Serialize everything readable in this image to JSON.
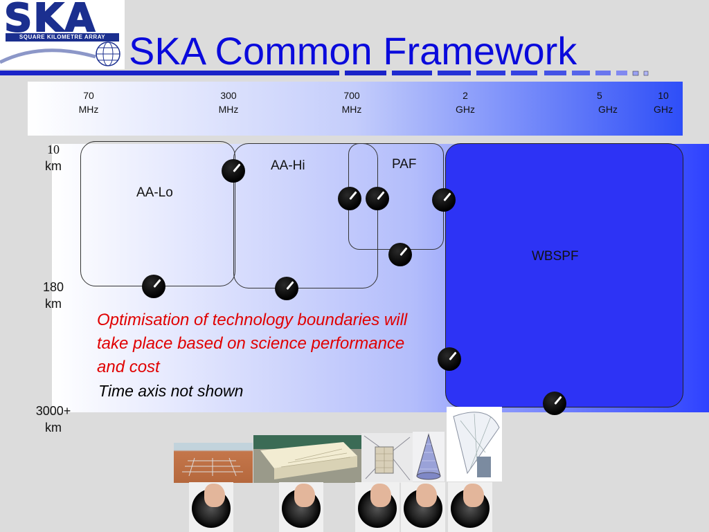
{
  "logo": {
    "letters": "SKA",
    "subtitle": "SQUARE KILOMETRE ARRAY"
  },
  "title": "SKA Common Framework",
  "frequency_labels": [
    {
      "value": "70",
      "unit": "MHz"
    },
    {
      "value": "300",
      "unit": "MHz"
    },
    {
      "value": "700",
      "unit": "MHz"
    },
    {
      "value": "2",
      "unit": "GHz"
    },
    {
      "value": "5",
      "unit": "GHz"
    },
    {
      "value": "10",
      "unit": "GHz"
    }
  ],
  "distance_labels": [
    {
      "value": "10",
      "unit": "km"
    },
    {
      "value": "180",
      "unit": "km"
    },
    {
      "value": "3000+",
      "unit": "km"
    }
  ],
  "regions": {
    "aa_lo": "AA-Lo",
    "aa_hi": "AA-Hi",
    "paf": "PAF",
    "wbspf": "WBSPF"
  },
  "notes": {
    "red": "Optimisation of technology boundaries will take place based on science performance and cost",
    "black": "Time axis not shown"
  },
  "colors": {
    "title": "#0a0adc",
    "note_red": "#e00000",
    "wbspf_fill": "#2d33f5",
    "logo_navy": "#1b2f8f"
  },
  "icons": [
    "knob-icon",
    "globe-icon"
  ]
}
